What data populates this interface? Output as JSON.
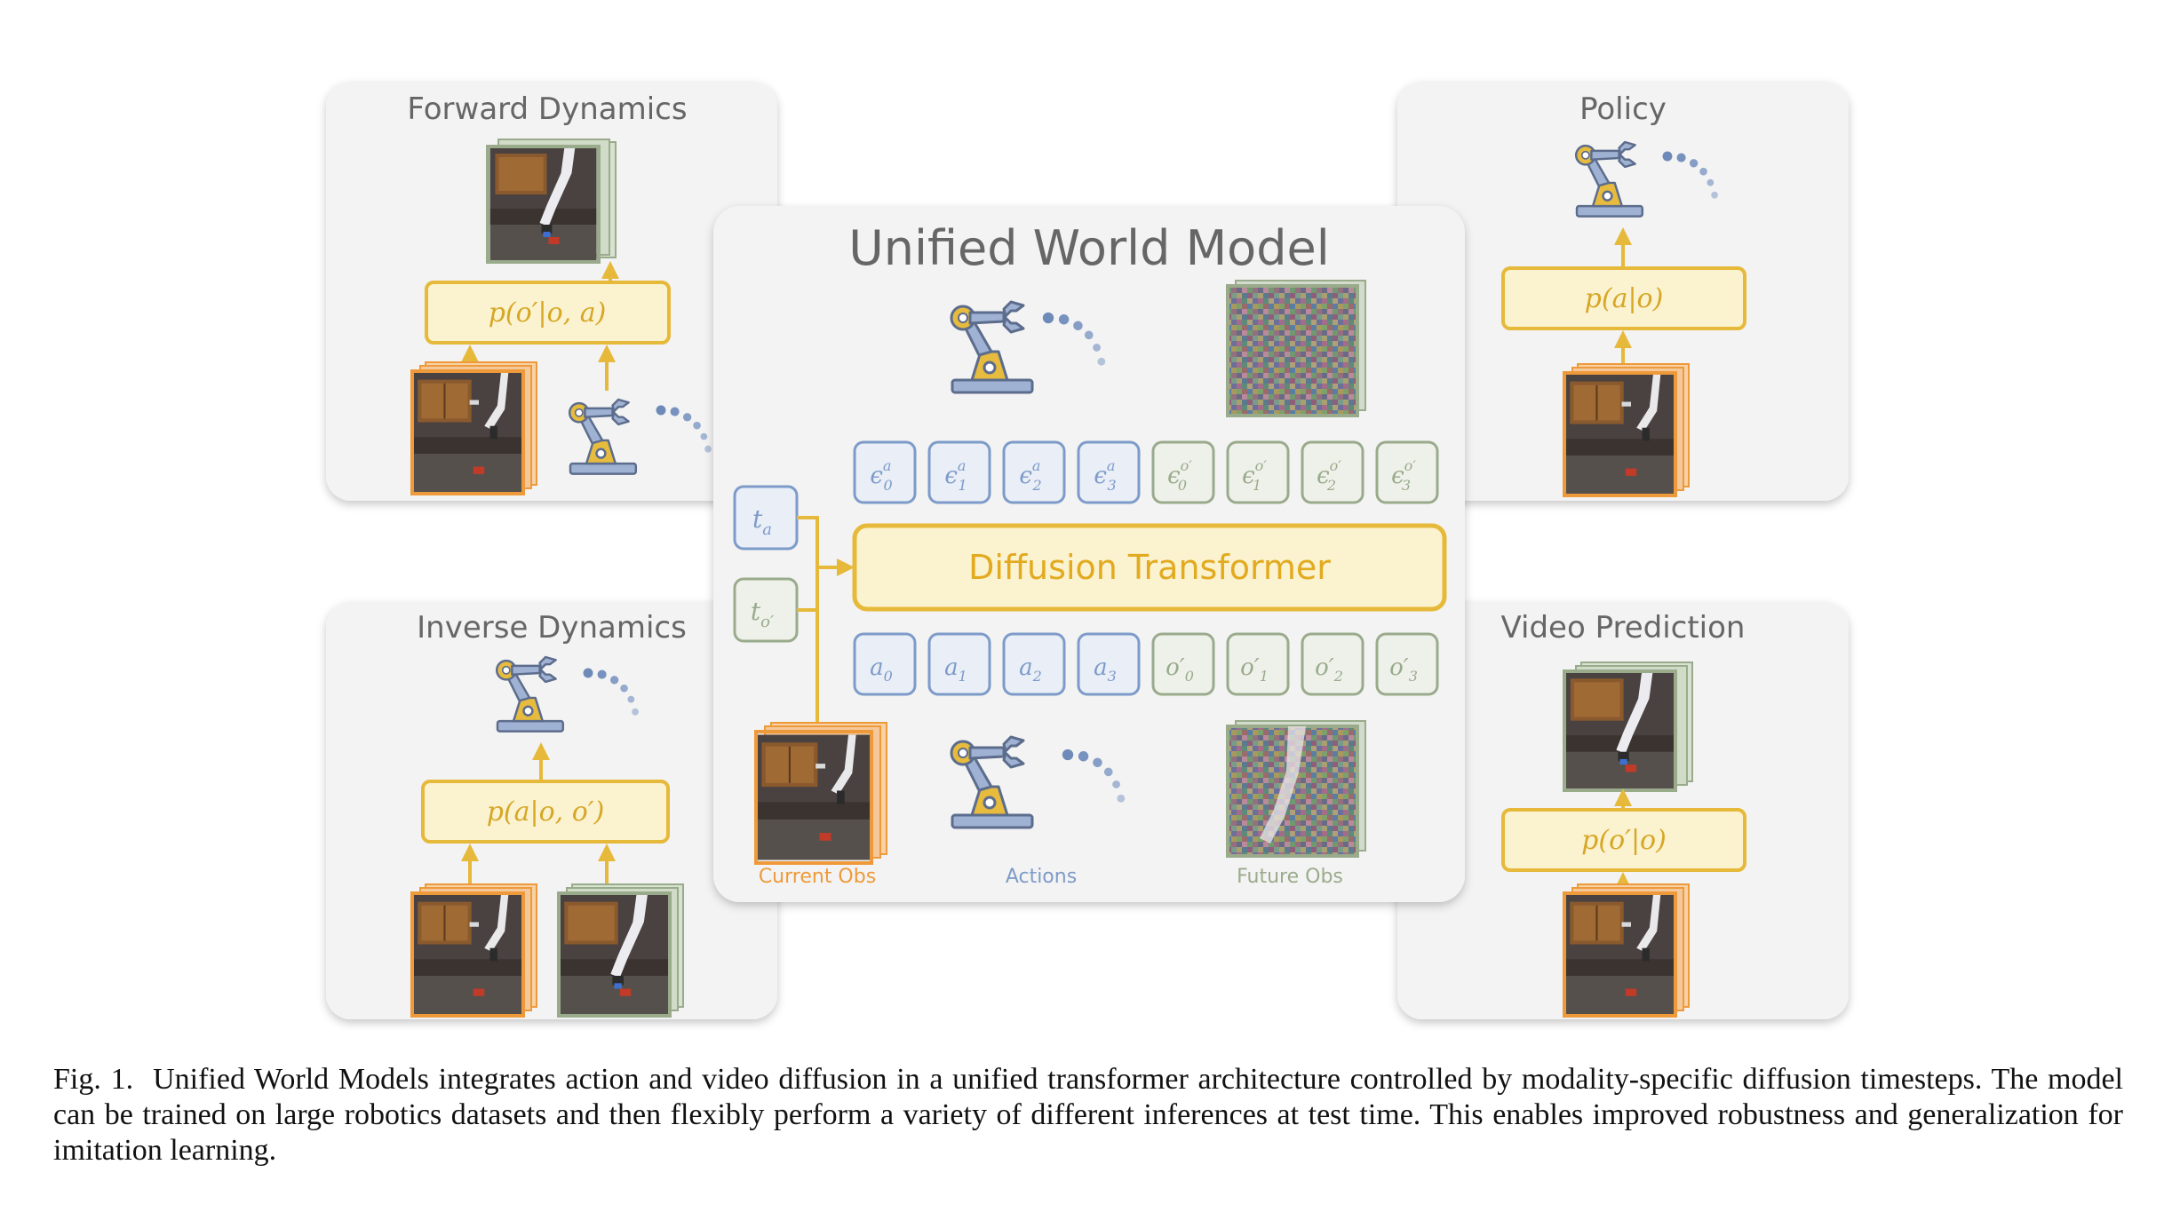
{
  "panels": {
    "forward_dynamics": {
      "title": "Forward Dynamics",
      "formula": "p(o′|o, a)"
    },
    "policy": {
      "title": "Policy",
      "formula": "p(a|o)"
    },
    "inverse_dynamics": {
      "title": "Inverse Dynamics",
      "formula": "p(a|o, o′)"
    },
    "video_prediction": {
      "title": "Video Prediction",
      "formula": "p(o′|o)"
    }
  },
  "center": {
    "title": "Unified World Model",
    "transformer_label": "Diffusion Transformer",
    "timestep_action": "t",
    "timestep_action_sub": "a",
    "timestep_obs": "t",
    "timestep_obs_sub": "o′",
    "noise_tokens": [
      {
        "base": "ϵ",
        "sub": "0",
        "sup": "a"
      },
      {
        "base": "ϵ",
        "sub": "1",
        "sup": "a"
      },
      {
        "base": "ϵ",
        "sub": "2",
        "sup": "a"
      },
      {
        "base": "ϵ",
        "sub": "3",
        "sup": "a"
      },
      {
        "base": "ϵ",
        "sub": "0",
        "sup": "o′"
      },
      {
        "base": "ϵ",
        "sub": "1",
        "sup": "o′"
      },
      {
        "base": "ϵ",
        "sub": "2",
        "sup": "o′"
      },
      {
        "base": "ϵ",
        "sub": "3",
        "sup": "o′"
      }
    ],
    "input_tokens": [
      {
        "base": "a",
        "sub": "0"
      },
      {
        "base": "a",
        "sub": "1"
      },
      {
        "base": "a",
        "sub": "2"
      },
      {
        "base": "a",
        "sub": "3"
      },
      {
        "base": "o′",
        "sub": "0"
      },
      {
        "base": "o′",
        "sub": "1"
      },
      {
        "base": "o′",
        "sub": "2"
      },
      {
        "base": "o′",
        "sub": "3"
      }
    ],
    "labels": {
      "current_obs": "Current Obs",
      "actions": "Actions",
      "future_obs": "Future Obs"
    }
  },
  "caption": {
    "label": "Fig. 1.",
    "text": "Unified World Models integrates action and video diffusion in a unified transformer architecture controlled by modality-specific diffusion timesteps. The model can be trained on large robotics datasets and then flexibly perform a variety of different inferences at test time. This enables improved robustness and generalization for imitation learning."
  },
  "colors": {
    "panel_bg": "#f3f3f3",
    "gold": "#e6b93a",
    "gold_fill": "#fbf2cf",
    "blue": "#7d9bc9",
    "blue_fill": "#e9eef7",
    "green": "#9aab8c",
    "green_fill": "#eef1ea",
    "orange": "#ee9a3a",
    "title_gray": "#666666",
    "robot_blue": "#9fb2d3",
    "robot_gold": "#e6bb3e"
  },
  "icons": [
    "robot-arm-icon",
    "trajectory-dots-icon",
    "camera-frame-icon",
    "noise-frame-icon"
  ]
}
